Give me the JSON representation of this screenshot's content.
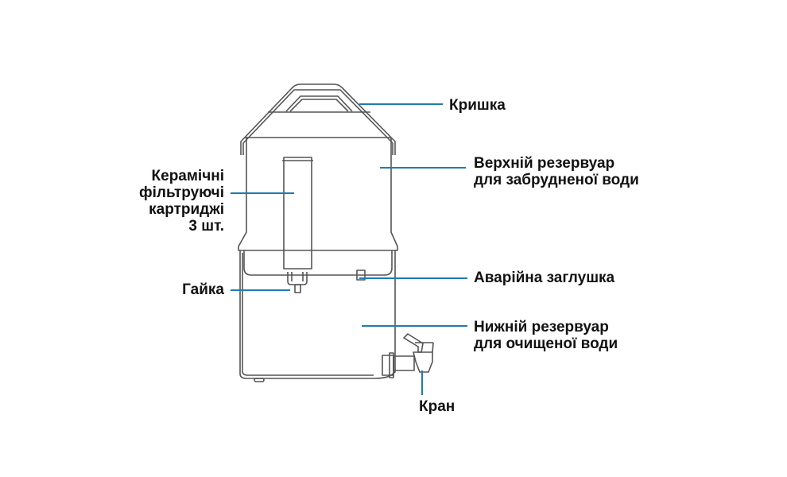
{
  "colors": {
    "leader": "#1f7bb0",
    "drawing": "#555555"
  },
  "labels": {
    "lid": "Кришка",
    "upper_tank": [
      "Верхній резервуар",
      "для забрудненої води"
    ],
    "cartridges": [
      "Керамічні",
      "фільтруючі",
      "картриджі",
      "3 шт."
    ],
    "nut": "Гайка",
    "emergency_plug": "Аварійна заглушка",
    "lower_tank": [
      "Нижній резервуар",
      "для очищеної води"
    ],
    "tap": "Кран"
  }
}
